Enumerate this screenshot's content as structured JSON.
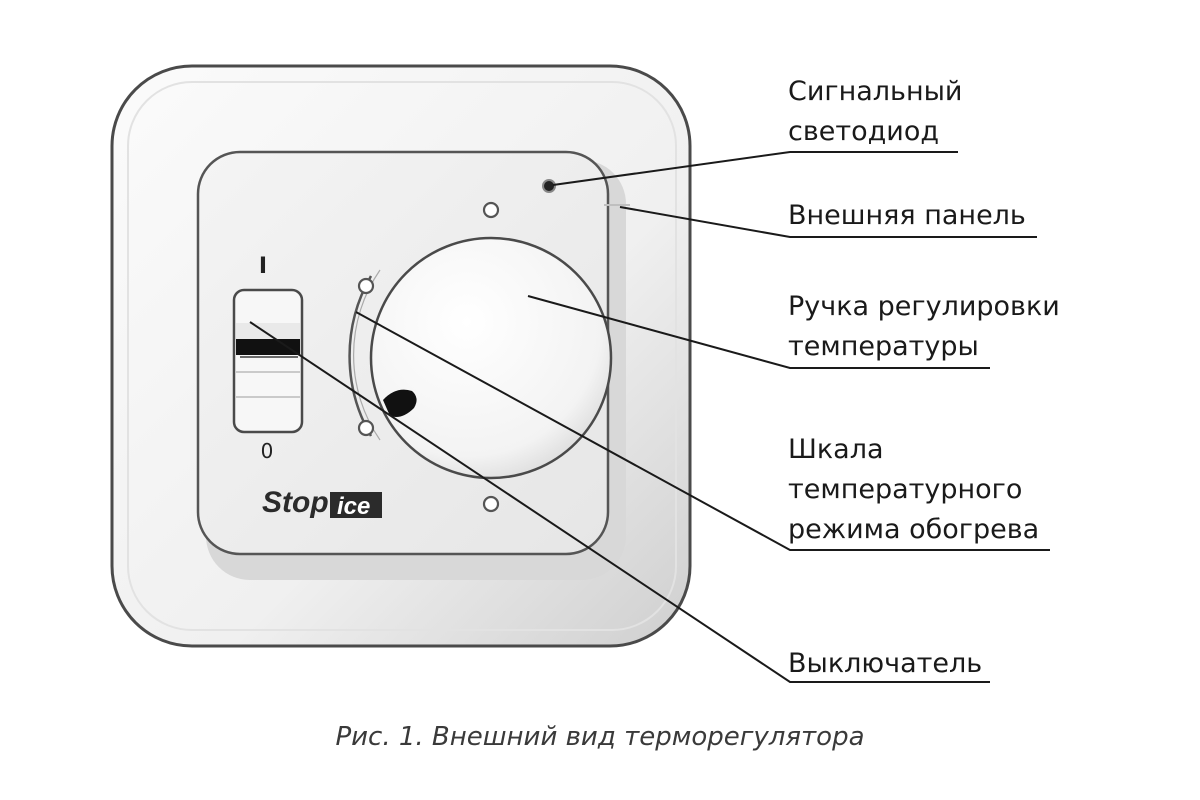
{
  "labels": {
    "led": [
      "Сигнальный",
      "светодиод"
    ],
    "panel": [
      "Внешняя панель"
    ],
    "knob": [
      "Ручка регулировки",
      "температуры"
    ],
    "scale": [
      "Шкала",
      "температурного",
      "режима обогрева"
    ],
    "switch": [
      "Выключатель"
    ]
  },
  "switch_marks": {
    "on": "I",
    "off": "0"
  },
  "logo": {
    "part1": "Stop",
    "part2": "ice"
  },
  "caption": "Рис. 1.  Внешний вид терморегулятора"
}
